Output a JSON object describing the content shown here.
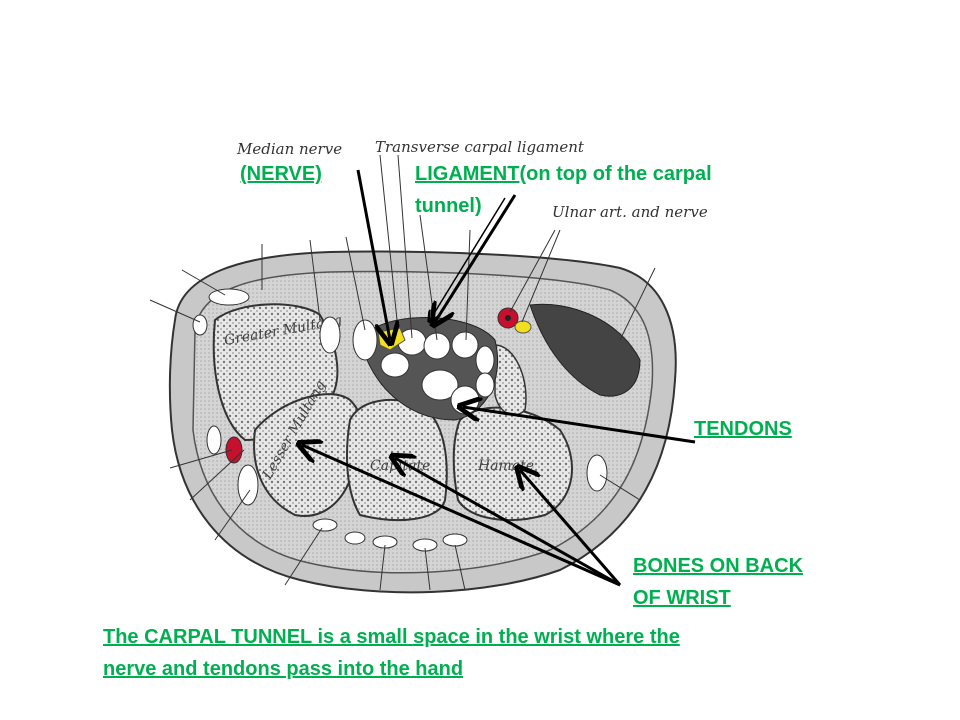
{
  "diagram": {
    "labels": {
      "median_nerve": "Median nerve",
      "transverse_ligament": "Transverse carpal ligament",
      "ulnar": "Ulnar art. and nerve"
    },
    "bones": {
      "greater": "Greater Multang",
      "lesser": "Lesser Multang",
      "capitate": "Capitate",
      "hamate": "Hamate"
    }
  },
  "annotations": {
    "nerve": "(NERVE)",
    "ligament": "LIGAMENT",
    "ligament_note_1": "(on top of the carpal",
    "ligament_note_2": "tunnel)",
    "tendons": "TENDONS",
    "bones_1": "BONES ON BACK",
    "bones_2": "OF WRIST",
    "caption_1": "The CARPAL TUNNEL is a small space in the wrist where the",
    "caption_2": "nerve and tendons pass into the hand"
  },
  "colors": {
    "annotation": "#00b050",
    "nerve": "#f0e020",
    "artery": "#c8102e"
  }
}
